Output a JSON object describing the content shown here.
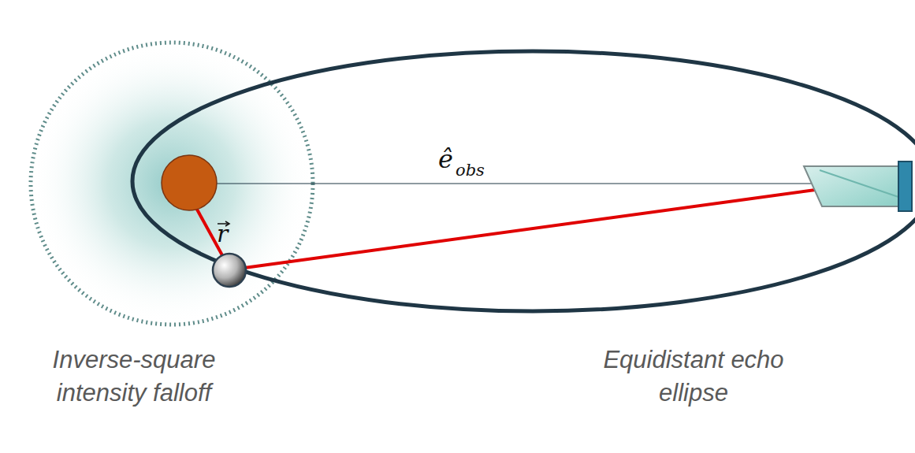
{
  "diagram": {
    "labels": [
      "ê",
      "obs",
      "r",
      "Inverse-square intensity falloff",
      "Equidistant echo ellipse"
    ]
  }
}
